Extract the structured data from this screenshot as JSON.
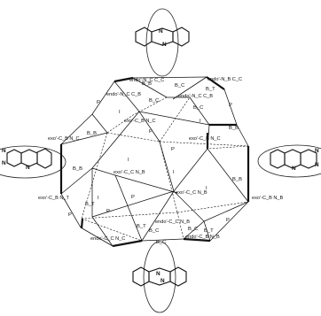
{
  "diagram": {
    "vertex_labels": {
      "v_top_left": "endo'-N_C C_C",
      "v_top_right": "endo'-N_B C_C",
      "v_mid_left": "endo'-N_C C_B",
      "v_mid_right": "endo'-N_C C_B",
      "v_inner_top": "exo'-C_B N_C",
      "v_inner_right": "exo'-C_B N_C",
      "v_left_upper": "exo'-C_B N_C",
      "v_left_lower": "exo'-C_B N_T",
      "v_right_lower": "exo'-C_B N_B",
      "v_inner_center": "exo'-C_C N_B",
      "v_inner_lower": "exo'-C_C N_B",
      "v_bottom_mid": "endo'-C_C N_B",
      "v_bottom_left": "endo'-C_C N_C",
      "v_bottom_right": "endo'-C_B N_B"
    },
    "edge_labels": {
      "e1": "B_B",
      "e2": "B_C",
      "e3": "B_C",
      "e4": "B_T",
      "e5": "B_C",
      "e6": "B_B",
      "e7": "B_B",
      "e8": "B_B",
      "e9": "B_T",
      "e10": "B_C",
      "e11": "B_T",
      "e12": "B_C",
      "e13": "B_C",
      "e14": "B_T",
      "e15": "B_B",
      "p1": "P",
      "p2": "P",
      "p3": "P",
      "p4": "P",
      "p5": "P",
      "p6": "P",
      "p7": "P",
      "p8": "P",
      "i1": "I",
      "i2": "I",
      "i3": "I",
      "i4": "I",
      "i5": "I",
      "i6": "I"
    },
    "molecule_atom_label": "N",
    "molecules": [
      "top",
      "left",
      "right",
      "bottom"
    ]
  }
}
